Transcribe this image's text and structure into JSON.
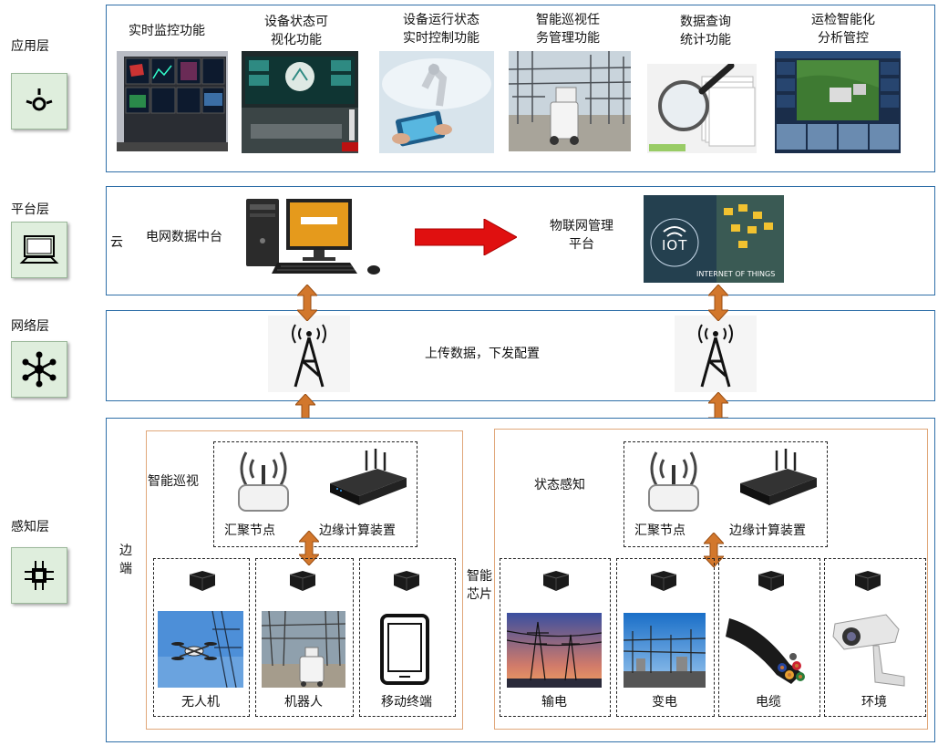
{
  "layers": {
    "application": "应用层",
    "platform": "平台层",
    "network": "网络层",
    "perception": "感知层"
  },
  "application": {
    "functions": [
      {
        "label": "实时监控功能",
        "icon": "monitoring-wall-photo"
      },
      {
        "label": "设备状态可\n视化功能",
        "icon": "control-room-photo"
      },
      {
        "label": "设备运行状态\n实时控制功能",
        "icon": "robot-arm-tablet-photo"
      },
      {
        "label": "智能巡视任\n务管理功能",
        "icon": "inspection-robot-photo"
      },
      {
        "label": "数据查询\n统计功能",
        "icon": "magnifier-documents-photo"
      },
      {
        "label": "运检智能化\n分析管控",
        "icon": "analysis-dashboard-photo"
      }
    ]
  },
  "platform": {
    "cloud_label": "云",
    "data_center": "电网数据中台",
    "iot_platform": "物联网管理\n平台",
    "iot_text": "IOT",
    "iot_caption": "INTERNET OF THINGS"
  },
  "network": {
    "label": "上传数据，下发配置"
  },
  "perception": {
    "edge_label": "边\n端",
    "chip_label": "智能\n芯片",
    "left_group": {
      "title": "智能巡视",
      "sink_node": "汇聚节点",
      "edge_device": "边缘计算装置",
      "terminals": [
        "无人机",
        "机器人",
        "移动终端"
      ]
    },
    "right_group": {
      "title": "状态感知",
      "sink_node": "汇聚节点",
      "edge_device": "边缘计算装置",
      "terminals": [
        "输电",
        "变电",
        "电缆",
        "环境"
      ]
    }
  },
  "colors": {
    "layer_border": "#2f6fa8",
    "arrow_orange": "#d2772c",
    "arrow_red": "#e01010",
    "icon_bg": "#dfeedd"
  }
}
